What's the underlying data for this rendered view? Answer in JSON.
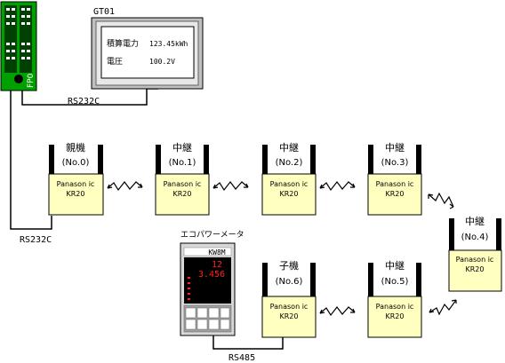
{
  "plc": {
    "label": "FP0"
  },
  "gt": {
    "title": "GT01",
    "row1_label": "積算電力",
    "row1_value": "123.45kWh",
    "row2_label": "電圧",
    "row2_value": "100.2V"
  },
  "links": {
    "rs232c_top": "RS232C",
    "rs232c_bottom": "RS232C",
    "rs485": "RS485"
  },
  "nodes": [
    {
      "role": "親機",
      "num": "(No.0)",
      "maker": "Panason ic",
      "model": "KR20"
    },
    {
      "role": "中継",
      "num": "(No.1)",
      "maker": "Panason ic",
      "model": "KR20"
    },
    {
      "role": "中継",
      "num": "(No.2)",
      "maker": "Panason ic",
      "model": "KR20"
    },
    {
      "role": "中継",
      "num": "(No.3)",
      "maker": "Panason ic",
      "model": "KR20"
    },
    {
      "role": "中継",
      "num": "(No.4)",
      "maker": "Panason ic",
      "model": "KR20"
    },
    {
      "role": "中継",
      "num": "(No.5)",
      "maker": "Panason ic",
      "model": "KR20"
    },
    {
      "role": "子機",
      "num": "(No.6)",
      "maker": "Panason ic",
      "model": "KR20"
    }
  ],
  "meter": {
    "caption": "エコパワーメータ",
    "model": "KW8M",
    "value1": "12",
    "value2": "3.456"
  },
  "colors": {
    "device_fill": "#ffffc0",
    "plc_green": "#008000",
    "meter_red": "#ff2020"
  }
}
